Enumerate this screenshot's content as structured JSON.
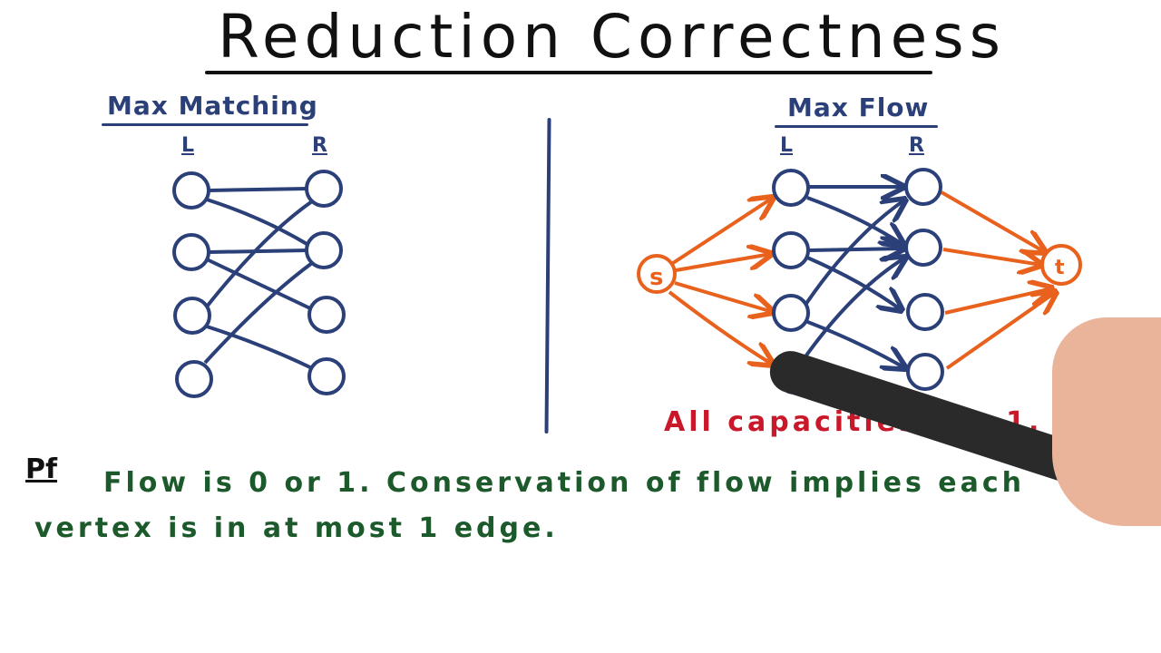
{
  "title": "Reduction Correctness",
  "left_panel": {
    "heading": "Max Matching",
    "left_label": "L",
    "right_label": "R",
    "edges": [
      [
        "L1",
        "R1"
      ],
      [
        "L1",
        "R2"
      ],
      [
        "L2",
        "R2"
      ],
      [
        "L2",
        "R3"
      ],
      [
        "L3",
        "R1"
      ],
      [
        "L3",
        "R4"
      ],
      [
        "L4",
        "R2"
      ]
    ]
  },
  "right_panel": {
    "heading": "Max Flow",
    "left_label": "L",
    "right_label": "R",
    "source": "s",
    "sink": "t",
    "note": "All capacities are 1."
  },
  "proof": {
    "label": "Pf",
    "text": "Flow is 0 or 1. Conservation of flow implies each vertex is in at most 1 edge."
  },
  "colors": {
    "title": "#111111",
    "diagram": "#2b3f78",
    "flow": "#e8621e",
    "note": "#c8182a",
    "proof": "#1c5a2c"
  }
}
